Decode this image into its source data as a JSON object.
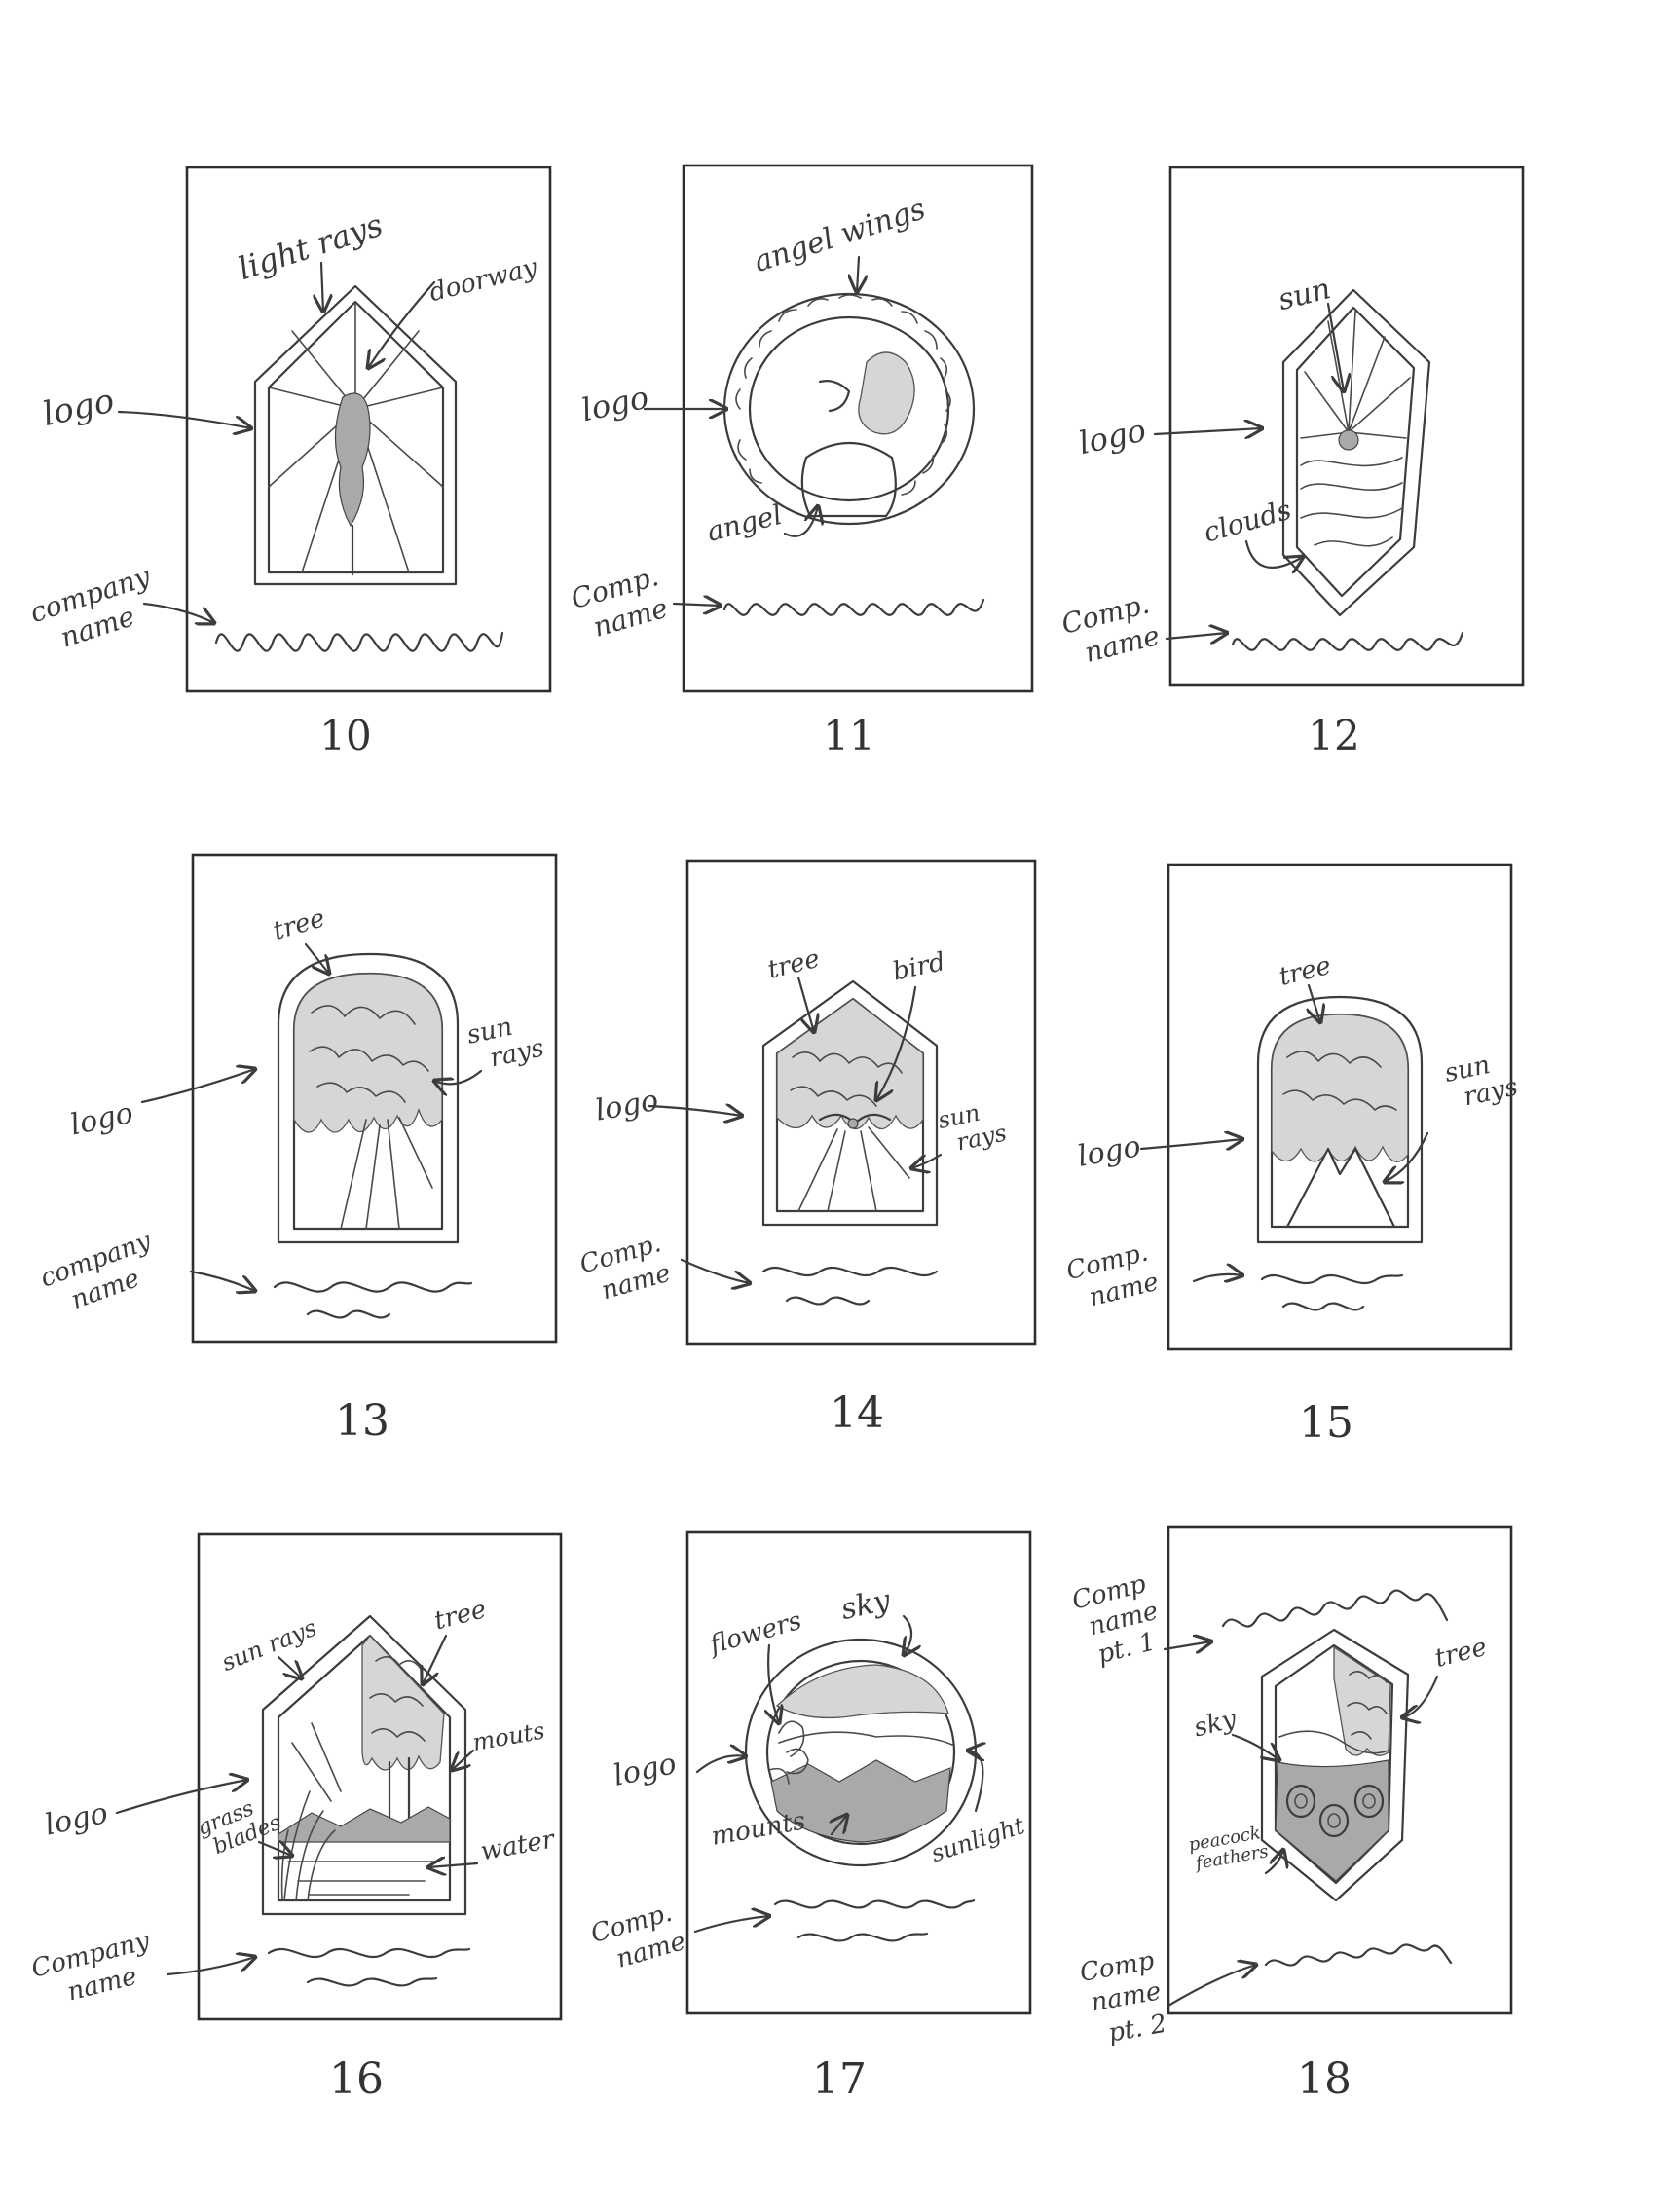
{
  "sketches": [
    {
      "number": "10",
      "labels": {
        "logo": "logo",
        "company": "company\nname",
        "a": "light rays",
        "b": "doorway"
      }
    },
    {
      "number": "11",
      "labels": {
        "logo": "logo",
        "company": "Comp.\nname",
        "a": "angel wings",
        "b": "angel"
      }
    },
    {
      "number": "12",
      "labels": {
        "logo": "logo",
        "company": "Comp.\nname",
        "a": "sun",
        "b": "clouds"
      }
    },
    {
      "number": "13",
      "labels": {
        "logo": "logo",
        "company": "company\nname",
        "a": "tree",
        "b": "sun\nrays"
      }
    },
    {
      "number": "14",
      "labels": {
        "logo": "logo",
        "company": "Comp.\nname",
        "a": "tree",
        "b": "bird",
        "c": "sun\nrays"
      }
    },
    {
      "number": "15",
      "labels": {
        "logo": "logo",
        "company": "Comp.\nname",
        "a": "tree",
        "b": "sun\nrays"
      }
    },
    {
      "number": "16",
      "labels": {
        "logo": "logo",
        "company": "Company\nname",
        "a": "sun rays",
        "b": "tree",
        "c": "mouts",
        "d": "grass\nblades",
        "e": "water"
      }
    },
    {
      "number": "17",
      "labels": {
        "logo": "logo",
        "company": "Comp.\nname",
        "a": "sky",
        "b": "flowers",
        "c": "mounts",
        "d": "sunlight"
      }
    },
    {
      "number": "18",
      "labels": {
        "company": "Comp\nname\npt. 1",
        "company2": "Comp\nname\npt. 2",
        "a": "tree",
        "b": "sky",
        "c": "peacock\nfeathers"
      }
    }
  ]
}
